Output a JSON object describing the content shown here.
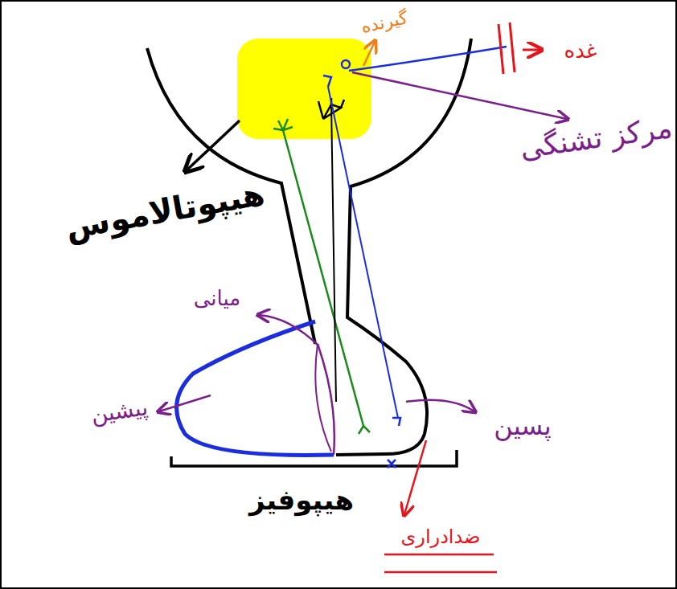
{
  "diagram": {
    "labels": [
      "گیرنده",
      "غده",
      "مرکز تشنگی",
      "هیپوتالاموس",
      "میانی",
      "پیشین",
      "پسین",
      "هیپوفیز",
      "ضدادراری"
    ]
  }
}
